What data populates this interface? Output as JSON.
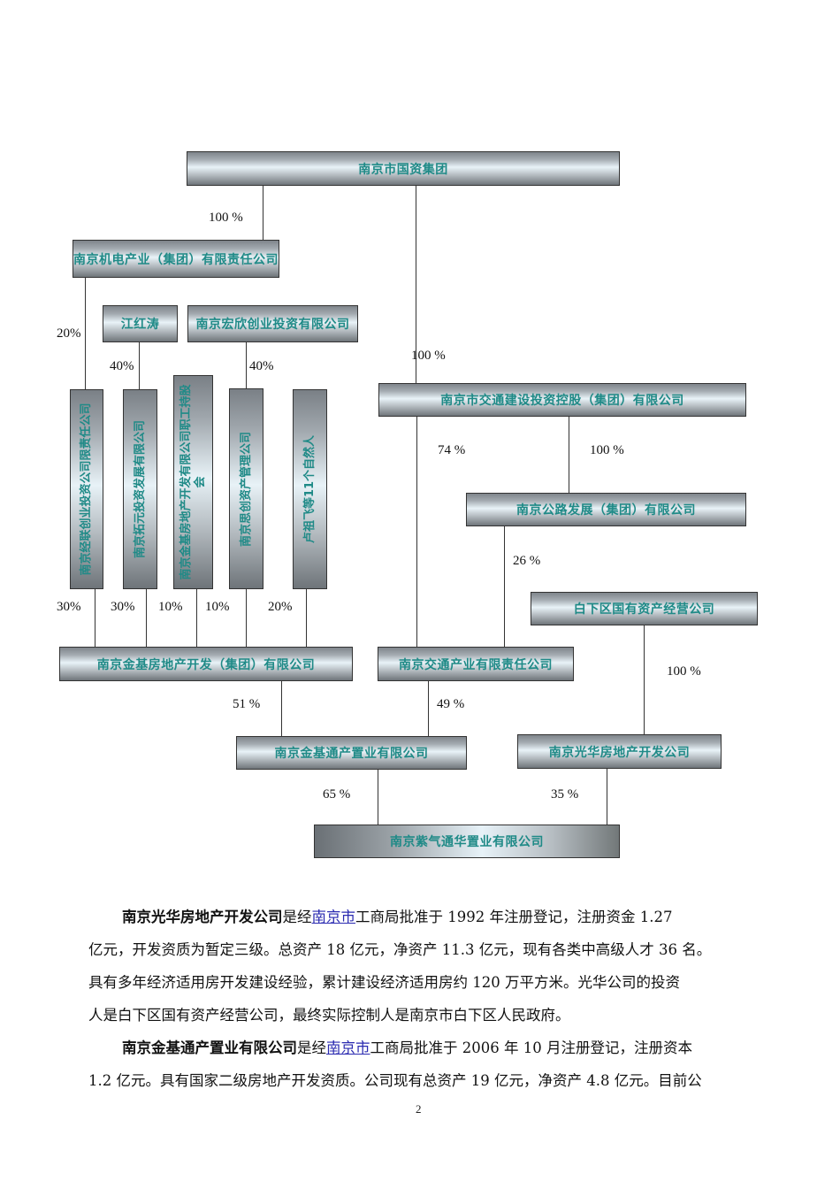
{
  "chart": {
    "top": "南京市国资集团",
    "jidian": "南京机电产业（集团）有限责任公司",
    "jianghongtao": "江红涛",
    "hongxin": "南京宏欣创业投资有限公司",
    "jinglian": "南京经联创业投资公司限责任公司",
    "tuoyuan": "南京拓元投资发展有限公司",
    "zhigong": "南京金基房地产开发有限公司职工持股会",
    "sichuang": "南京思创资产管理公司",
    "luzufei": "卢祖飞等11个自然人",
    "jiaotong_touzi": "南京市交通建设投资控股（集团）有限公司",
    "gonglu": "南京公路发展（集团）有限公司",
    "baixia": "白下区国有资产经营公司",
    "jinji": "南京金基房地产开发（集团）有限公司",
    "jiaotong_chanye": "南京交通产业有限责任公司",
    "jinjitong": "南京金基通产置业有限公司",
    "guanghua": "南京光华房地产开发公司",
    "ziqi": "南京紫气通华置业有限公司",
    "pct": {
      "top_to_jidian": "100 %",
      "jidian_to_jinglian": "20%",
      "jiang_to_tuoyuan": "40%",
      "hongxin_to_sichuang": "40%",
      "top_to_jiaotong": "100 %",
      "jiaotong_to_chanye": "74 %",
      "jiaotong_to_gonglu": "100 %",
      "gonglu_to_chanye": "26 %",
      "jinglian_to_jinji": "30%",
      "tuoyuan_to_jinji": "30%",
      "zhigong_to_jinji": "10%",
      "sichuang_to_jinji": "10%",
      "luzufei_to_jinji": "20%",
      "baixia_to_guanghua": "100 %",
      "jinji_to_jinjitong": "51 %",
      "chanye_to_jinjitong": "49 %",
      "jinjitong_to_ziqi": "65 %",
      "guanghua_to_ziqi": "35 %"
    }
  },
  "paragraphs": [
    {
      "lines": [
        {
          "bold": "南京光华房地产开发公司",
          "pre": "是经",
          "link": "南京市",
          "post": "工商局批准于 1992 年注册登记，注册资金 1.27"
        },
        {
          "text": "亿元，开发资质为暂定三级。总资产 18 亿元，净资产 11.3 亿元，现有各类中高级人才 36 名。"
        },
        {
          "text": "具有多年经济适用房开发建设经验，累计建设经济适用房约 120 万平方米。光华公司的投资"
        },
        {
          "text": "人是白下区国有资产经营公司，最终实际控制人是南京市白下区人民政府。"
        }
      ]
    },
    {
      "lines": [
        {
          "bold": "南京金基通产置业有限公司",
          "pre": "是经",
          "link": "南京市",
          "post": "工商局批准于 2006 年 10 月注册登记，注册资本"
        },
        {
          "text": "1.2 亿元。具有国家二级房地产开发资质。公司现有总资产 19 亿元，净资产 4.8 亿元。目前公"
        }
      ]
    }
  ],
  "page_number": "2"
}
